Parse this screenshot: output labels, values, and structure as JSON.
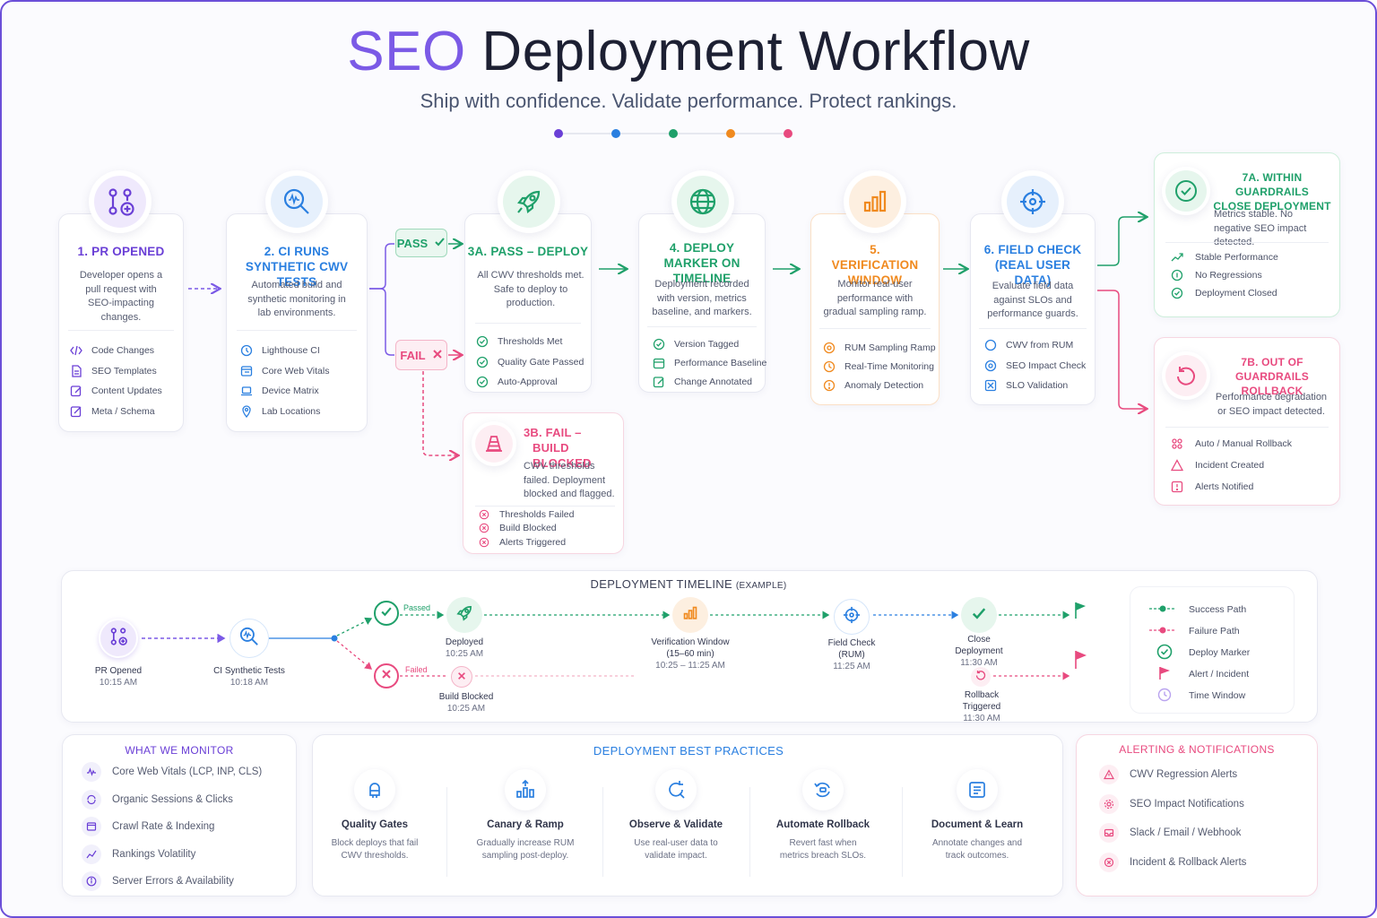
{
  "title": {
    "part1": "SEO",
    "part2": " Deployment Workflow"
  },
  "subtitle": "Ship with confidence. Validate performance. Protect rankings.",
  "dot_colors": [
    "#6a3fd6",
    "#2a7fe0",
    "#1fa06a",
    "#f08a1f",
    "#e84a7f"
  ],
  "steps": {
    "pr": {
      "title": "1. PR Opened",
      "desc": "Developer opens a pull request with SEO-impacting changes.",
      "items": [
        "Code Changes",
        "SEO Templates",
        "Content Updates",
        "Meta / Schema"
      ],
      "icon": "git-pull-request-icon",
      "color": "#6a3fd6"
    },
    "ci": {
      "title": "2. CI Runs Synthetic CWV Tests",
      "desc": "Automated build and synthetic monitoring in lab environments.",
      "items": [
        "Lighthouse CI",
        "Core Web Vitals",
        "Device Matrix",
        "Lab Locations"
      ],
      "icon": "search-analytics-icon",
      "color": "#2a7fe0"
    },
    "pass": {
      "badge": "PASS",
      "title": "3A. Pass – Deploy",
      "desc": "All CWV thresholds met. Safe to deploy to production.",
      "items": [
        "Thresholds Met",
        "Quality Gate Passed",
        "Auto-Approval"
      ],
      "icon": "rocket-icon",
      "color": "#1fa06a"
    },
    "fail": {
      "badge": "FAIL",
      "title_line1": "3B. Fail –",
      "title_line2": "Build Blocked",
      "desc": "CWV thresholds failed. Deployment blocked and flagged.",
      "items": [
        "Thresholds Failed",
        "Build Blocked",
        "Alerts Triggered"
      ],
      "icon": "cone-icon",
      "color": "#e84a7f"
    },
    "marker": {
      "title": "4. Deploy Marker On Timeline",
      "desc": "Deployment recorded with version, metrics baseline, and markers.",
      "items": [
        "Version Tagged",
        "Performance Baseline",
        "Change Annotated"
      ],
      "icon": "globe-icon",
      "color": "#1fa06a"
    },
    "verify": {
      "title": "5. Verification Window",
      "desc": "Monitor real-user performance with gradual sampling ramp.",
      "items": [
        "RUM Sampling Ramp",
        "Real-Time Monitoring",
        "Anomaly Detection"
      ],
      "icon": "bar-chart-icon",
      "color": "#f08a1f"
    },
    "field": {
      "title": "6. Field Check (Real User Data)",
      "desc": "Evaluate field data against SLOs and performance guards.",
      "items": [
        "CWV from RUM",
        "SEO Impact Check",
        "SLO Validation"
      ],
      "icon": "crosshair-icon",
      "color": "#2a7fe0"
    },
    "close": {
      "title_line1": "7A. Within Guardrails",
      "title_line2": "Close Deployment",
      "desc": "Metrics stable. No negative SEO impact detected.",
      "items": [
        "Stable Performance",
        "No Regressions",
        "Deployment Closed"
      ],
      "icon": "check-circle-icon",
      "color": "#1fa06a"
    },
    "rollback": {
      "title_line1": "7B. Out of Guardrails",
      "title_line2": "Rollback",
      "desc": "Performance degradation or SEO impact detected.",
      "items": [
        "Auto / Manual Rollback",
        "Incident Created",
        "Alerts Notified"
      ],
      "icon": "undo-icon",
      "color": "#e84a7f"
    }
  },
  "timeline": {
    "title": "Deployment Timeline",
    "title_suffix": "(Example)",
    "pr_opened": {
      "label": "PR Opened",
      "time": "10:15 AM"
    },
    "ci_tests": {
      "label": "CI Synthetic Tests",
      "time": "10:18 AM"
    },
    "passed": "Passed",
    "failed": "Failed",
    "deployed": {
      "label": "Deployed",
      "time": "10:25 AM"
    },
    "build_blocked": {
      "label": "Build Blocked",
      "time": "10:25 AM"
    },
    "verification": {
      "label_line1": "Verification Window",
      "label_line2": "(15–60 min)",
      "time": "10:25 – 11:25 AM"
    },
    "field_check": {
      "label_line1": "Field Check",
      "label_line2": "(RUM)",
      "time": "11:25 AM"
    },
    "close": {
      "label_line1": "Close",
      "label_line2": "Deployment",
      "time": "11:30 AM"
    },
    "rollback": {
      "label_line1": "Rollback",
      "label_line2": "Triggered",
      "time": "11:30 AM"
    },
    "legend": [
      "Success Path",
      "Failure Path",
      "Deploy Marker",
      "Alert / Incident",
      "Time Window"
    ]
  },
  "monitor": {
    "title": "What We Monitor",
    "items": [
      "Core Web Vitals (LCP, INP, CLS)",
      "Organic Sessions & Clicks",
      "Crawl Rate & Indexing",
      "Rankings Volatility",
      "Server Errors & Availability"
    ]
  },
  "best_practices": {
    "title": "Deployment Best Practices",
    "items": [
      {
        "title": "Quality Gates",
        "desc_line1": "Block deploys that fail",
        "desc_line2": "CWV thresholds.",
        "icon": "gate-icon"
      },
      {
        "title": "Canary & Ramp",
        "desc_line1": "Gradually increase RUM",
        "desc_line2": "sampling post-deploy.",
        "icon": "ramp-icon"
      },
      {
        "title": "Observe & Validate",
        "desc_line1": "Use real-user data to",
        "desc_line2": "validate impact.",
        "icon": "refresh-icon"
      },
      {
        "title": "Automate Rollback",
        "desc_line1": "Revert fast when",
        "desc_line2": "metrics breach SLOs.",
        "icon": "auto-rollback-icon"
      },
      {
        "title": "Document & Learn",
        "desc_line1": "Annotate changes and",
        "desc_line2": "track outcomes.",
        "icon": "document-icon"
      }
    ]
  },
  "alerting": {
    "title": "Alerting & Notifications",
    "items": [
      "CWV Regression Alerts",
      "SEO Impact Notifications",
      "Slack / Email / Webhook",
      "Incident & Rollback Alerts"
    ]
  }
}
